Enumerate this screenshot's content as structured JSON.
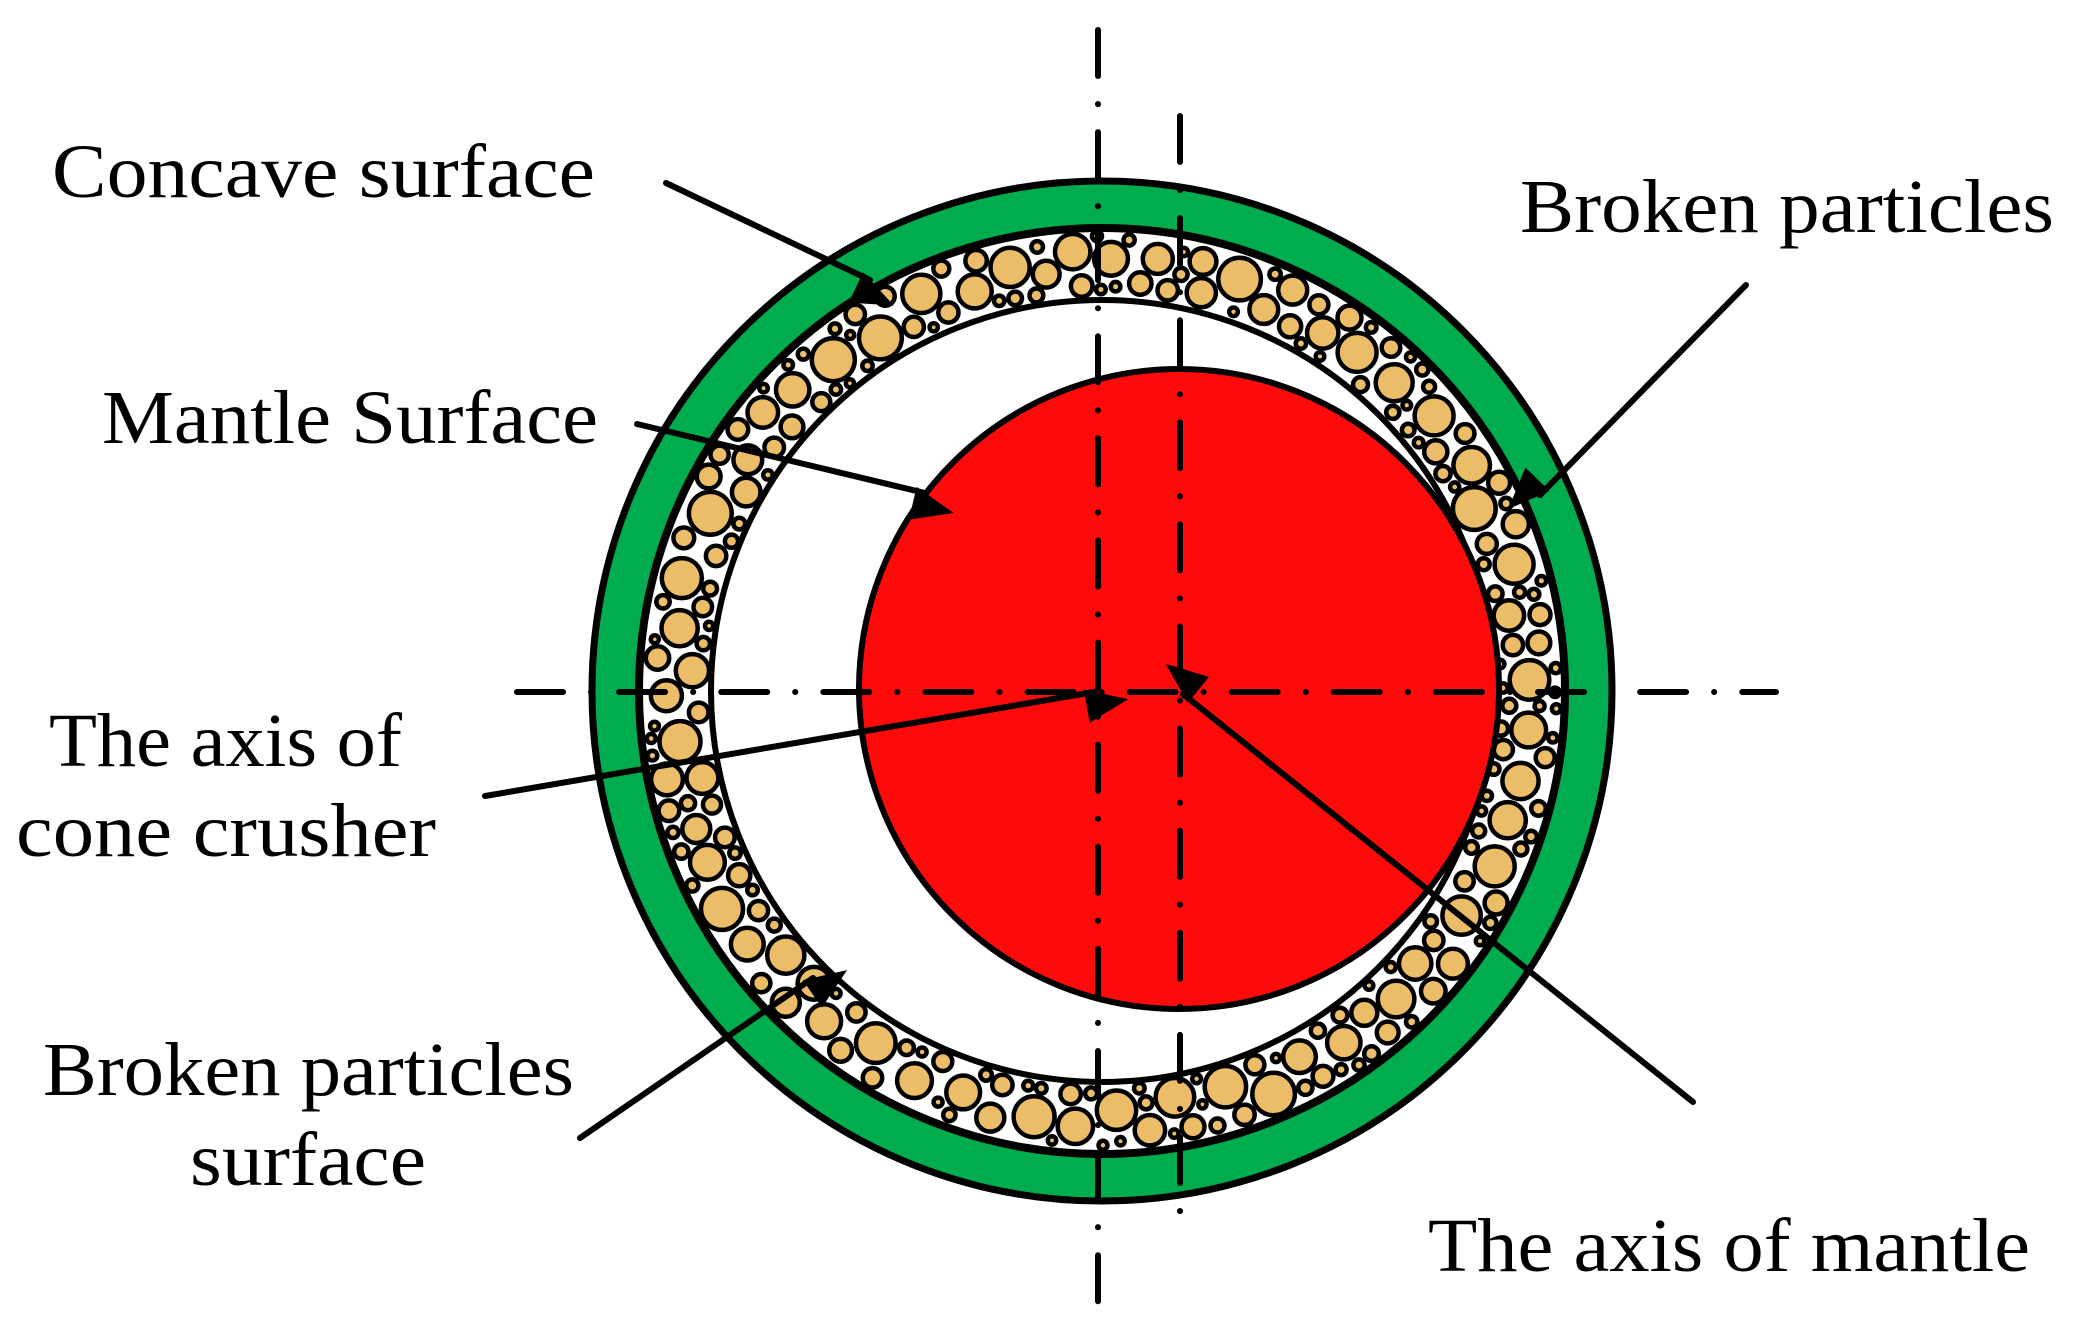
{
  "title": "Cone crusher cross-section schematic",
  "colors": {
    "background": "#FFFFFF",
    "concave_green": "#00AC4E",
    "mantle_red": "#FF0A0A",
    "particle_tan": "#EBBD68",
    "stroke": "#000000"
  },
  "labels": {
    "concave_surface": "Concave surface",
    "mantle_surface": "Mantle Surface",
    "broken_particles": "Broken particles",
    "axis_of_cone_crusher_line1": "The axis of",
    "axis_of_cone_crusher_line2": "cone crusher",
    "broken_particles_surface_line1": "Broken particles",
    "broken_particles_surface_line2": "surface",
    "axis_of_mantle": "The axis of mantle"
  },
  "components": [
    {
      "name": "Concave (outer liner)",
      "shape": "annulus",
      "color": "#00AC4E"
    },
    {
      "name": "Broken particles layer",
      "shape": "annulus of packed circles",
      "color": "#EBBD68"
    },
    {
      "name": "Mantle",
      "shape": "eccentric disk",
      "color": "#FF0A0A"
    },
    {
      "name": "Axis of cone crusher",
      "shape": "dash-dot vertical line"
    },
    {
      "name": "Axis of mantle",
      "shape": "dash-dot vertical line (offset right)"
    },
    {
      "name": "Horizontal center line",
      "shape": "dash-dot horizontal line"
    }
  ]
}
